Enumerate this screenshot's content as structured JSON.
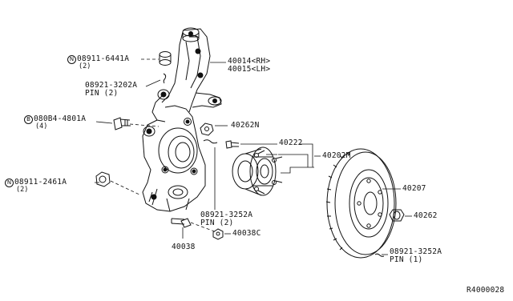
{
  "callouts": [
    {
      "id": "c1",
      "prefix": "N",
      "part": "08911-6441A",
      "qty": "(2)"
    },
    {
      "id": "c2",
      "part": "40014<RH>"
    },
    {
      "id": "c3",
      "part": "40015<LH>"
    },
    {
      "id": "c4",
      "part": "08921-3202A",
      "qty": "PIN (2)"
    },
    {
      "id": "c5",
      "prefix": "B",
      "part": "080B4-4801A",
      "qty": "(4)"
    },
    {
      "id": "c6",
      "part": "40262N"
    },
    {
      "id": "c7",
      "part": "40222"
    },
    {
      "id": "c8",
      "part": "40202M"
    },
    {
      "id": "c9",
      "prefix": "N",
      "part": "08911-2461A",
      "qty": "(2)"
    },
    {
      "id": "c10",
      "part": "40207"
    },
    {
      "id": "c11",
      "part": "08921-3252A",
      "qty": "PIN (2)"
    },
    {
      "id": "c12",
      "part": "40262"
    },
    {
      "id": "c13",
      "part": "40038C"
    },
    {
      "id": "c14",
      "part": "40038"
    },
    {
      "id": "c15",
      "part": "08921-3252A",
      "qty": "PIN (1)"
    },
    {
      "id": "c16",
      "part": "R4000028"
    }
  ],
  "colors": {
    "line": "#111111",
    "background": "#ffffff"
  },
  "components": [
    "steering-knuckle",
    "wheel-hub-bearing",
    "brake-rotor",
    "hub-nut",
    "bolt",
    "nut",
    "cotter-pin"
  ]
}
